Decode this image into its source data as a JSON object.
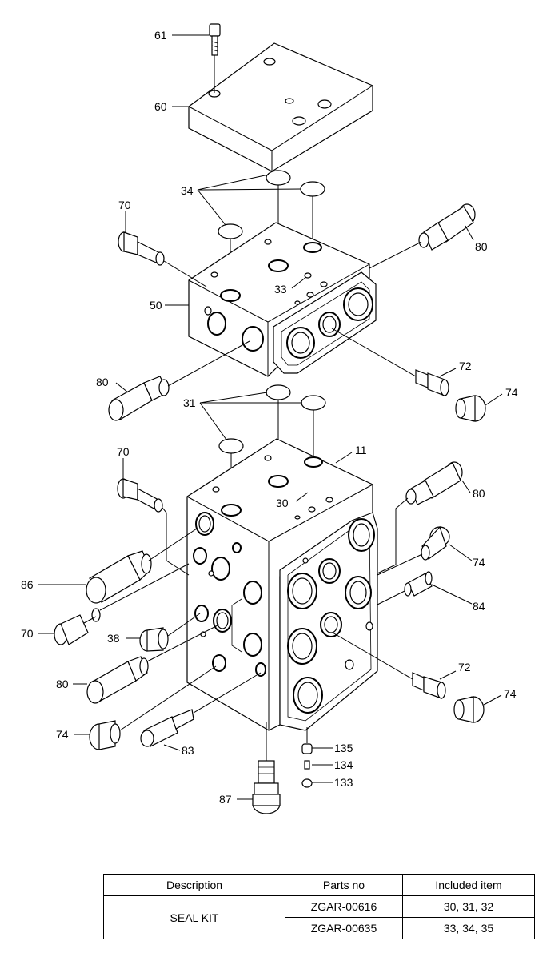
{
  "callouts": {
    "c61": "61",
    "c60": "60",
    "c34": "34",
    "c70a": "70",
    "c80a": "80",
    "c33": "33",
    "c50": "50",
    "c80b": "80",
    "c72a": "72",
    "c74a": "74",
    "c31": "31",
    "c70b": "70",
    "c11": "11",
    "c80c": "80",
    "c30": "30",
    "c74b": "74",
    "c86": "86",
    "c84": "84",
    "c70c": "70",
    "c38": "38",
    "c72b": "72",
    "c80d": "80",
    "c74c": "74",
    "c74d": "74",
    "c83": "83",
    "c135": "135",
    "c134": "134",
    "c133": "133",
    "c87": "87"
  },
  "seal_table": {
    "headers": [
      "Description",
      "Parts no",
      "Included item"
    ],
    "rows": [
      {
        "description": "SEAL KIT",
        "part_no": "ZGAR-00616",
        "included": "30, 31, 32"
      },
      {
        "description": "",
        "part_no": "ZGAR-00635",
        "included": "33, 34, 35"
      }
    ]
  }
}
